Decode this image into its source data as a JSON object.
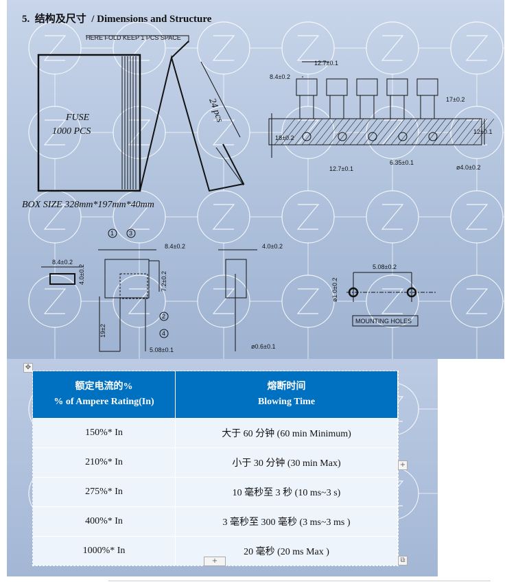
{
  "heading": {
    "number": "5.",
    "title_cn": "结构及尺寸",
    "title_en": "/ Dimensions and Structure"
  },
  "packing": {
    "fold_note": "HERE FOLD KEEP 1 PCS SPACE",
    "box_label_1": "FUSE",
    "box_label_2": "1000  PCS",
    "count_label": "24 pcs",
    "box_size": "BOX SIZE  328mm*197mm*40mm"
  },
  "tape": {
    "pitch_top": "12.7±0.1",
    "width": "8.4±0.2",
    "height": "17±0.2",
    "tape_width": "18±0.2",
    "hole_offset": "12±0.1",
    "pitch_bottom": "12.7±0.1",
    "half_pitch": "6.35±0.1",
    "hole_dia": "ø4.0±0.2"
  },
  "part": {
    "top_width": "8.4±0.2",
    "top_depth": "4.0±0.2",
    "front_width": "8.4±0.2",
    "front_height": "7.2±0.2",
    "lead_length": "19±2",
    "lead_pitch": "5.08±0.1",
    "side_depth": "4.0±0.2",
    "lead_dia": "ø0.6±0.1",
    "callouts": [
      "1",
      "3",
      "2",
      "4"
    ]
  },
  "mounting": {
    "pitch": "5.08±0.2",
    "hole_dia": "ø1.0±0.2",
    "label": "MOUNTING HOLES"
  },
  "table": {
    "headers": [
      {
        "cn": "额定电流的%",
        "en": "% of Ampere Rating(In)"
      },
      {
        "cn": "熔断时间",
        "en": "Blowing Time"
      }
    ],
    "rows": [
      {
        "rating": "150%* In",
        "time": "大于 60 分钟  (60 min Minimum)"
      },
      {
        "rating": "210%* In",
        "time": "小于 30 分钟  (30 min Max)"
      },
      {
        "rating": "275%* In",
        "time": "10 毫秒至 3 秒  (10 ms~3 s)"
      },
      {
        "rating": "400%* In",
        "time": "3 毫秒至 300 毫秒  (3 ms~3 ms )"
      },
      {
        "rating": "1000%* In",
        "time": "20 毫秒  (20 ms Max )"
      }
    ]
  }
}
